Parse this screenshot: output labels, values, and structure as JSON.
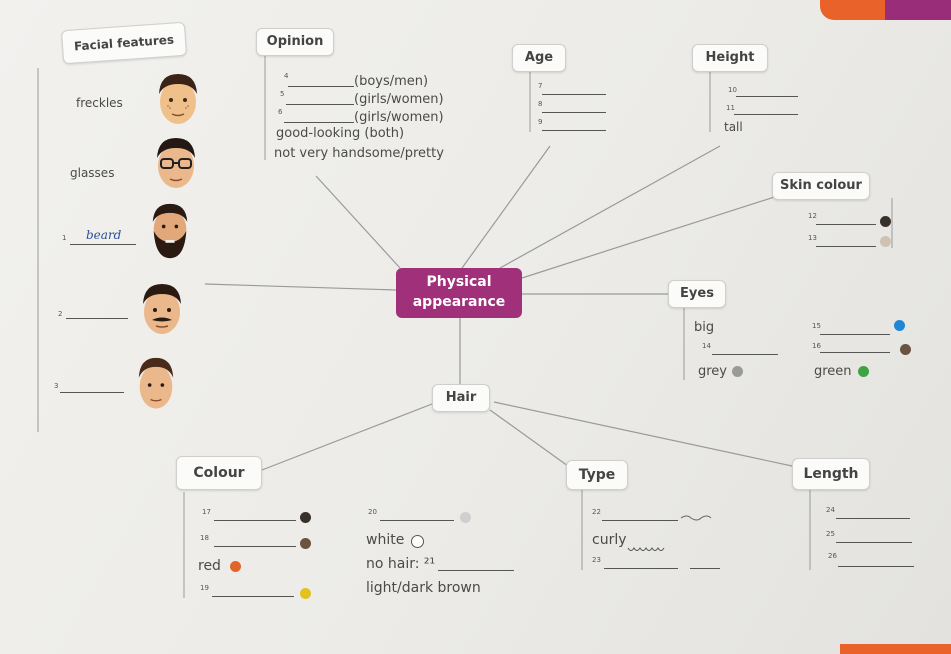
{
  "center": {
    "line1": "Physical",
    "line2": "appearance"
  },
  "headings": {
    "facial": "Facial features",
    "opinion": "Opinion",
    "age": "Age",
    "height": "Height",
    "skin": "Skin colour",
    "eyes": "Eyes",
    "hair": "Hair",
    "colour": "Colour",
    "type": "Type",
    "length": "Length"
  },
  "facial": {
    "freckles": "freckles",
    "glasses": "glasses",
    "n1": "1",
    "beard": "beard",
    "n2": "2",
    "n3": "3"
  },
  "opinion": {
    "n4": "4",
    "boys": "(boys/men)",
    "n5": "5",
    "girls1": "(girls/women)",
    "n6": "6",
    "girls2": "(girls/women)",
    "both": "good-looking (both)",
    "not": "not very handsome/pretty"
  },
  "age": {
    "n7": "7",
    "n8": "8",
    "n9": "9"
  },
  "height": {
    "n10": "10",
    "n11": "11",
    "tall": "tall"
  },
  "skin": {
    "n12": "12",
    "n13": "13"
  },
  "eyes": {
    "big": "big",
    "n14": "14",
    "grey": "grey",
    "n15": "15",
    "n16": "16",
    "green": "green"
  },
  "colour": {
    "n17": "17",
    "n18": "18",
    "red": "red",
    "n19": "19",
    "n20": "20",
    "white": "white",
    "n21": "no hair: ²¹",
    "lightdark": "light/dark brown"
  },
  "type": {
    "n22": "22",
    "curly": "curly",
    "n23": "23"
  },
  "length": {
    "n24": "24",
    "n25": "25",
    "n26": "26"
  },
  "colors": {
    "accent": "#a0307a",
    "dark_brown": "#3a302b",
    "mid_brown": "#6b5342",
    "grey": "#bdb8b2",
    "red": "#e0652a",
    "yellow": "#e4c21e",
    "blue": "#1e88d6",
    "green": "#3fa244",
    "light_grey": "#cfcfcf",
    "orange_corner": "#e8622a"
  }
}
